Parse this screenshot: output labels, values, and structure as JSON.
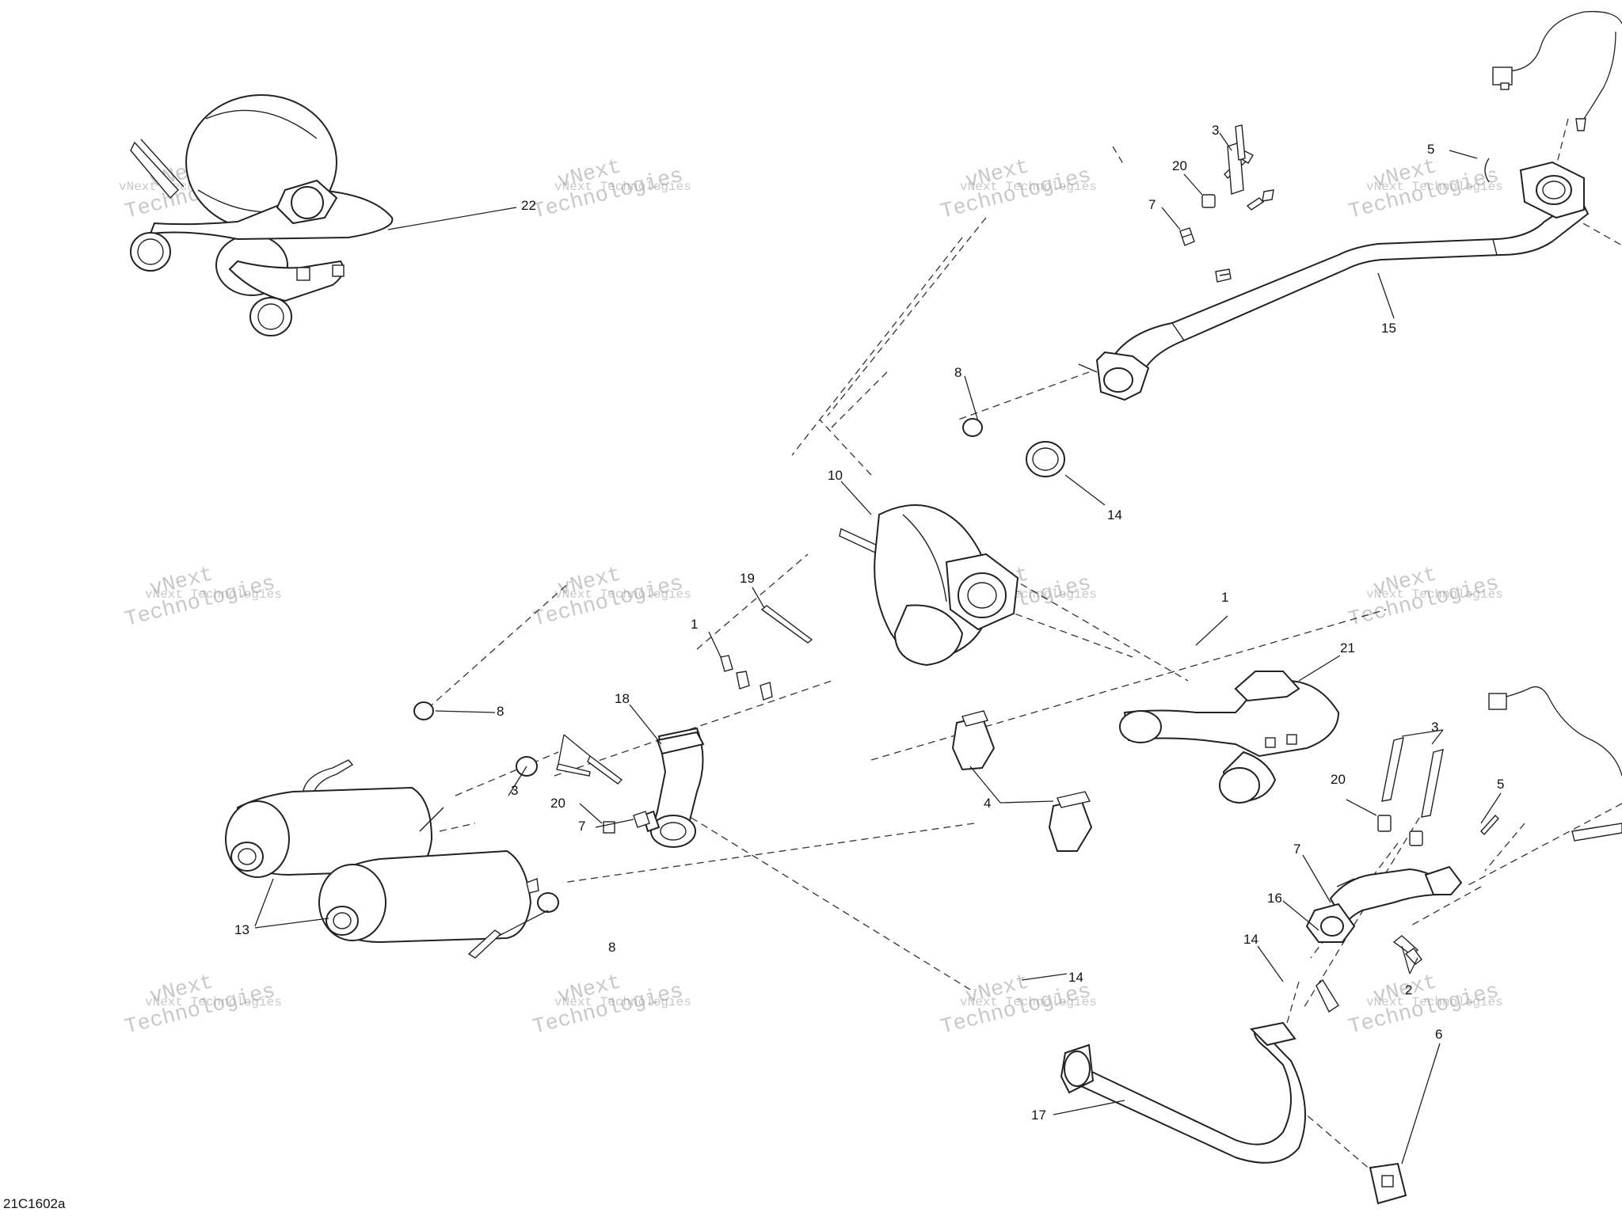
{
  "diagram": {
    "code": "21C1602a",
    "watermark": {
      "word1": "vNext",
      "word2": "Technologies",
      "line": "vNext Technologies"
    },
    "callouts": {
      "c1a": "1",
      "c1b": "1",
      "c2": "2",
      "c3a": "3",
      "c3b": "3",
      "c3c": "3",
      "c4": "4",
      "c5a": "5",
      "c5b": "5",
      "c6": "6",
      "c7a": "7",
      "c7b": "7",
      "c7c": "7",
      "c8a": "8",
      "c8b": "8",
      "c8c": "8",
      "c10": "10",
      "c13": "13",
      "c14a": "14",
      "c14b": "14",
      "c14c": "14",
      "c15": "15",
      "c16": "16",
      "c17": "17",
      "c18": "18",
      "c19": "19",
      "c20a": "20",
      "c20b": "20",
      "c20c": "20",
      "c21": "21",
      "c22": "22"
    }
  }
}
